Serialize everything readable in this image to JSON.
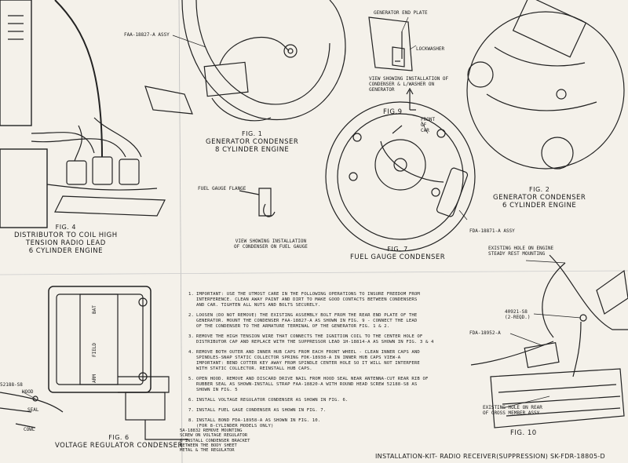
{
  "figures": {
    "fig1": {
      "num": "FIG. 1",
      "line1": "GENERATOR CONDENSER",
      "line2": "8 CYLINDER ENGINE",
      "part": "FAA-18827-A ASSY"
    },
    "fig2": {
      "num": "FIG. 2",
      "line1": "GENERATOR CONDENSER",
      "line2": "6 CYLINDER ENGINE"
    },
    "fig4": {
      "num": "FIG. 4",
      "line1": "DISTRIBUTOR TO COIL HIGH",
      "line2": "TENSION RADIO LEAD",
      "line3": "6 CYLINDER ENGINE"
    },
    "fig6": {
      "num": "FIG. 6",
      "line1": "VOLTAGE REGULATOR CONDENSER",
      "part": "52188-S8",
      "hood": "HOOD",
      "seal": "SEAL",
      "cowl": "COWL",
      "bat": "BAT",
      "field": "FIELD",
      "arm": "ARM"
    },
    "fig7": {
      "num": "FIG. 7",
      "line1": "FUEL GAUGE CONDENSER",
      "part": "FDA-18871-A ASSY"
    },
    "fig9": {
      "num": "FIG.9",
      "front1": "FRONT",
      "front2": "OF",
      "front3": "CAR",
      "plate": "GENERATOR END PLATE",
      "lockwasher": "LOCKWASHER",
      "view1": "VIEW SHOWING INSTALLATION OF",
      "view2": "CONDENSER & L/WASHER ON",
      "view3": "GENERATOR"
    },
    "fuel": {
      "flange": "FUEL GAUGE FLANGE",
      "view1": "VIEW SHOWING INSTALLATION",
      "view2": "OF CONDENSER ON FUEL GAUGE"
    },
    "fig10": {
      "num": "FIG. 10",
      "hole1a": "EXISTING HOLE ON ENGINE",
      "hole1b": "STEADY REST MOUNTING",
      "part1a": "40921-S8",
      "part1b": "(2-REQD.)",
      "part2": "FDA-18952-A",
      "hole2a": "EXISTING HOLE ON REAR",
      "hole2b": "OF CROSS MEMBER ASSY"
    },
    "note": {
      "l1": "5A-18832 REMOVE MOUNTING",
      "l2": "SCREW ON VOLTAGE REGULATOR",
      "l3": "& INSTALL CONDENSER BRACKET",
      "l4": "BETWEEN THE BODY SHEET",
      "l5": "METAL & THE REGULATOR"
    }
  },
  "instructions": [
    {
      "n": "1.",
      "t": "IMPORTANT: USE THE UTMOST CARE IN THE FOLLOWING OPERATIONS TO INSURE FREEDOM FROM\nINTERFERENCE.  CLEAN AWAY PAINT AND DIRT TO MAKE GOOD CONTACTS BETWEEN CONDENSERS\nAND CAR.  TIGHTEN ALL NUTS AND BOLTS SECURELY."
    },
    {
      "n": "2.",
      "t": "LOOSEN (DO NOT REMOVE) THE EXISTING ASSEMBLY BOLT FROM THE REAR END PLATE OF THE\nGENERATOR.  MOUNT THE CONDENSER FAA-18827-A AS SHOWN IN FIG. 9 - CONNECT THE LEAD\nOF THE CONDENSER TO THE ARMATURE TERMINAL OF THE GENERATOR FIG. 1 & 2."
    },
    {
      "n": "3.",
      "t": "REMOVE THE HIGH TENSION WIRE THAT CONNECTS THE IGNITION COIL TO THE CENTER HOLE OF\nDISTRIBUTOR CAP AND REPLACE WITH THE SUPPRESSOR LEAD 1H-18814-A AS SHOWN IN FIG. 3 & 4"
    },
    {
      "n": "4.",
      "t": "REMOVE BOTH OUTER AND INNER HUB CAPS FROM EACH FRONT WHEEL - CLEAN INNER CAPS AND\nSPINDLES-SNAP STATIC COLLECTOR SPRING FDK-18938-A IN INNER HUB CAPS VIEW-A\nIMPORTANT: BEND COTTER KEY AWAY FROM SPINDLE CENTER HOLE SO IT WILL NOT INTERFERE\nWITH STATIC COLLECTOR.  REINSTALL HUB CAPS."
    },
    {
      "n": "5.",
      "t": "OPEN HOOD. REMOVE AND DISCARD DRIVE NAIL FROM HOOD SEAL NEAR ANTENNA-CUT REAR RIB OF\nRUBBER SEAL AS SHOWN-INSTALL STRAP FAA-18820-A WITH ROUND HEAD SCREW 52188-S8 AS\nSHOWN IN FIG. 5"
    },
    {
      "n": "6.",
      "t": "INSTALL VOLTAGE REGULATOR CONDENSER AS SHOWN IN FIG. 6."
    },
    {
      "n": "7.",
      "t": "INSTALL FUEL GAGE CONDENSER AS SHOWN IN FIG. 7."
    },
    {
      "n": "8.",
      "t": "INSTALL BOND FDA-18958-A AS SHOWN IN FIG. 10.\n(FOR 8-CYLINDER MODELS ONLY)"
    }
  ],
  "footer": "INSTALLATION-KIT- RADIO RECEIVER(SUPPRESSION)  SK-FDR-18805-D"
}
